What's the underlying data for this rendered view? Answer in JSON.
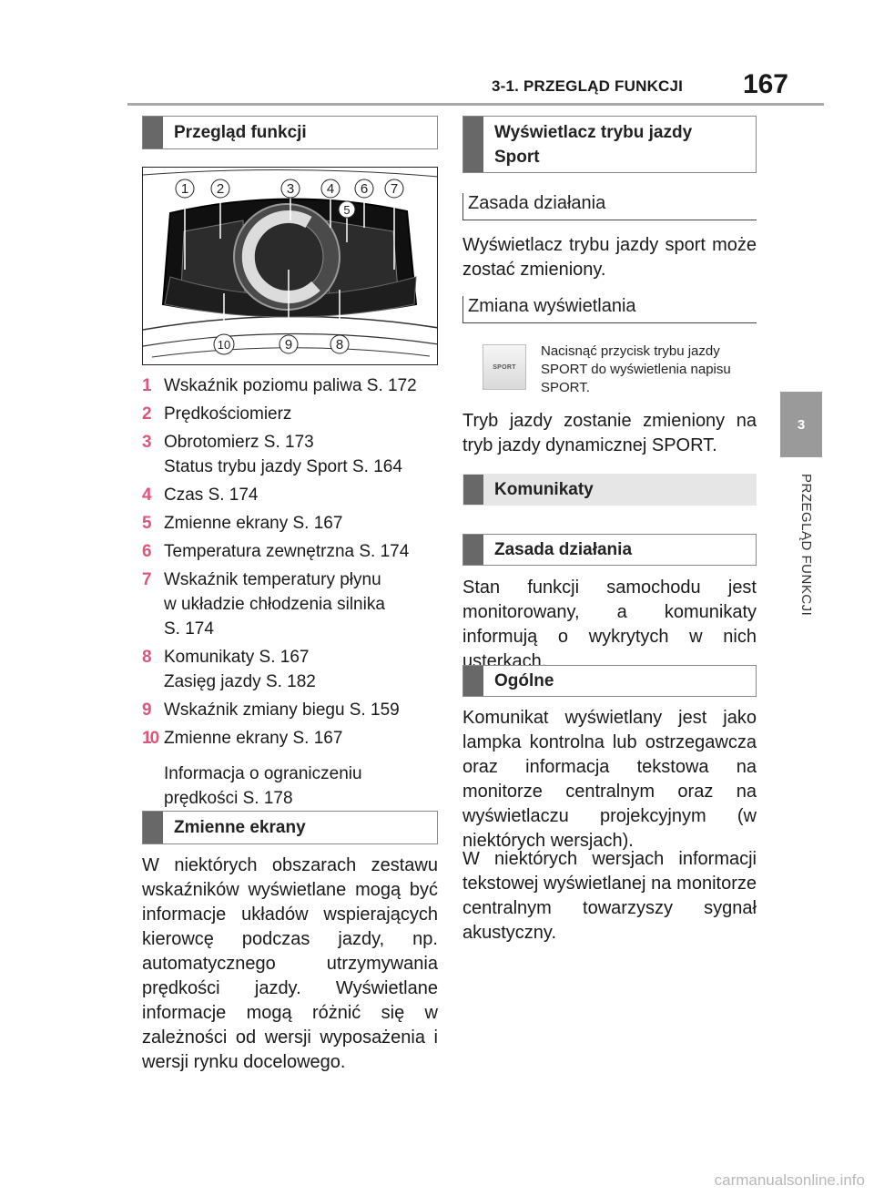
{
  "header": {
    "section": "3-1. PRZEGLĄD FUNKCJI",
    "page_number": "167"
  },
  "side_tab": {
    "chapter": "3",
    "chapter_title": "PRZEGLĄD FUNKCJI"
  },
  "left": {
    "heading_overview": "Przegląd funkcji",
    "figure_callouts": [
      "1",
      "2",
      "3",
      "4",
      "5",
      "6",
      "7",
      "8",
      "9",
      "10"
    ],
    "legend": [
      {
        "num": "1",
        "lines": [
          "Wskaźnik poziomu paliwa S. 172"
        ]
      },
      {
        "num": "2",
        "lines": [
          "Prędkościomierz"
        ]
      },
      {
        "num": "3",
        "lines": [
          "Obrotomierz S. 173",
          "Status trybu jazdy Sport S. 164"
        ]
      },
      {
        "num": "4",
        "lines": [
          "Czas S. 174"
        ]
      },
      {
        "num": "5",
        "lines": [
          "Zmienne ekrany S. 167"
        ]
      },
      {
        "num": "6",
        "lines": [
          "Temperatura zewnętrzna S. 174"
        ]
      },
      {
        "num": "7",
        "lines": [
          "Wskaźnik temperatury płynu",
          "w układzie chłodzenia silnika",
          "S. 174"
        ]
      },
      {
        "num": "8",
        "lines": [
          "Komunikaty S. 167",
          "Zasięg jazdy S. 182"
        ]
      },
      {
        "num": "9",
        "lines": [
          "Wskaźnik zmiany biegu S. 159"
        ]
      },
      {
        "num": "10",
        "lines": [
          "Zmienne ekrany S. 167"
        ]
      }
    ],
    "legend_extra": [
      "Informacja o ograniczeniu",
      "prędkości S. 178"
    ],
    "heading_variable": "Zmienne ekrany",
    "variable_text": "W niektórych obszarach zestawu wskaźników wyświetlane mogą być informacje układów wspierających kierowcę podczas jazdy, np. automatycznego utrzymywania prędkości jazdy. Wyświetlane informacje mogą różnić się w zależności od wersji wyposażenia i wersji rynku docelowego."
  },
  "right": {
    "heading_sport_1": "Wyświetlacz trybu jazdy",
    "heading_sport_2": "Sport",
    "sub_principle": "Zasada działania",
    "sport_text": "Wyświetlacz trybu jazdy sport może zostać zmieniony.",
    "sub_change": "Zmiana wyświetlania",
    "button_label": "SPORT",
    "note_text": "Nacisnąć przycisk trybu jazdy SPORT do wyświetlenia napisu SPORT.",
    "mode_text": "Tryb jazdy zostanie zmieniony na tryb jazdy dynamicznej SPORT.",
    "heading_messages": "Komunikaty",
    "heading_principle": "Zasada działania",
    "principle_text": "Stan funkcji samochodu jest monitorowany, a komunikaty informują o wykrytych w nich usterkach.",
    "heading_general": "Ogólne",
    "general_text_1": "Komunikat wyświetlany jest jako lampka kontrolna lub ostrzegawcza oraz informacja tekstowa na monitorze centralnym oraz na wyświetlaczu projekcyjnym (w niektórych wersjach).",
    "general_text_2": "W niektórych wersjach informacji tekstowej wyświetlanej na monitorze centralnym towarzyszy sygnał akustyczny."
  },
  "watermark": "carmanualsonline.info"
}
